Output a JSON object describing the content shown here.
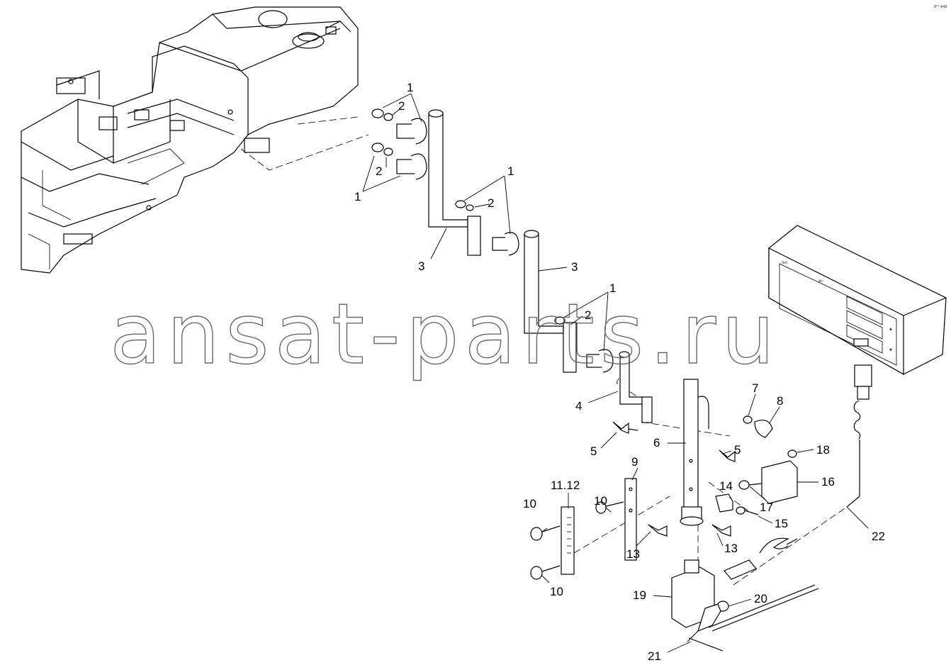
{
  "watermark": "ansat-parts.ru",
  "corner_mark": "8²¹ 948",
  "callouts": {
    "c1a": "1",
    "c2a": "2",
    "c2b": "2",
    "c1b": "1",
    "c1c": "1",
    "c2c": "2",
    "c3a": "3",
    "c3b": "3",
    "c1d": "1",
    "c2d": "2",
    "c4": "4",
    "c5a": "5",
    "c5b": "5",
    "c6": "6",
    "c7": "7",
    "c8": "8",
    "c9": "9",
    "c10a": "10",
    "c10b": "10",
    "c10c": "10",
    "c1112": "11.12",
    "c13a": "13",
    "c13b": "13",
    "c14": "14",
    "c15": "15",
    "c16": "16",
    "c17": "17",
    "c18": "18",
    "c19": "19",
    "c20": "20",
    "c21": "21",
    "c22": "22"
  },
  "keypad": {
    "up_arrow": "▲",
    "down_arrow": "▼"
  }
}
